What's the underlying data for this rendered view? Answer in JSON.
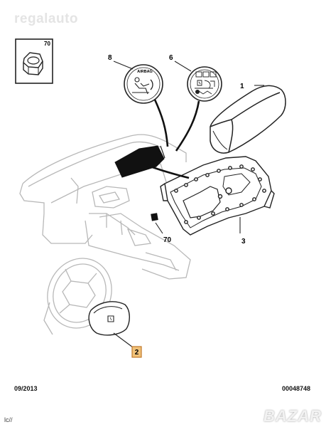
{
  "watermark": "regalauto",
  "callouts": {
    "c70_box": "70",
    "c8": "8",
    "c6": "6",
    "c1": "1",
    "c70": "70",
    "c3": "3",
    "c2": "2"
  },
  "airbag_label": "AIRBAG",
  "footer": {
    "date": "09/2013",
    "reference": "00048748",
    "corner_mark": "lc//",
    "brand_mark": "BAZAR"
  },
  "colors": {
    "line": "#222222",
    "ghost": "#b8b8b8",
    "highlight": "#f0c27a",
    "highlight_border": "#c0782a",
    "fill_black": "#111111"
  }
}
